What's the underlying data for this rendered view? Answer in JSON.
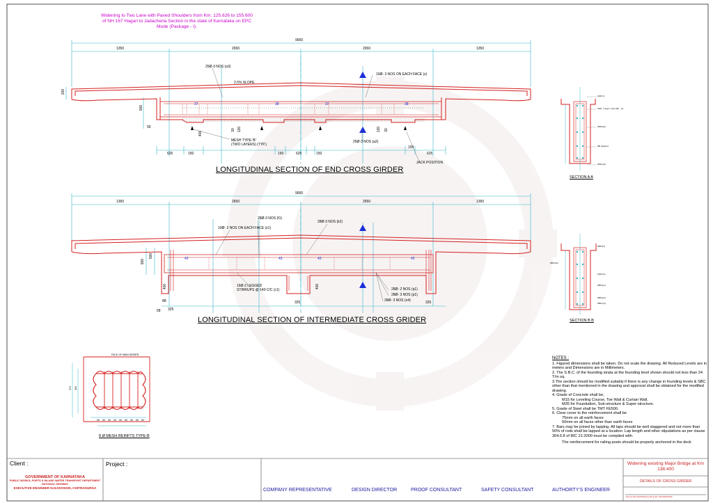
{
  "end_girder": {
    "total_dim": "9000",
    "sub_dims": [
      "1350",
      "2650",
      "2650",
      "1350"
    ],
    "left_depth": "200",
    "labels": {
      "a3": "25Ø-3 NOS (a3)",
      "z": "10Ø- 3 NOS ON EACH FACE (z)",
      "slope": "2.5% SLOPE",
      "mesh_1": "MESH TYPE-'B'",
      "mesh_2": "(TWO LAYERS) (TYP.)",
      "a2": "25Ø-3 NOS (a2)",
      "jack": "JACK POSITION"
    },
    "bar_marks": [
      "37",
      "38",
      "37",
      "38"
    ],
    "dims_small": [
      "900",
      "90",
      "400",
      "30",
      "120",
      "30",
      "120"
    ],
    "bottom_dims": [
      "625",
      "150",
      "150",
      "625",
      "150",
      "150",
      "625"
    ],
    "title": "LONGITUDINAL SECTION OF END CROSS GIRDER"
  },
  "intermediate_girder": {
    "total_dim": "9000",
    "sub_dims": [
      "1350",
      "2650",
      "2650",
      "1350"
    ],
    "labels": {
      "z1": "10Ø- 2 NOS ON EACH FACE (z1)",
      "f1": "28Ø-3 NOS (f1)",
      "k2": "28Ø-3 NOS (k2)",
      "stirrups_1": "16Ø-2 LEGGED",
      "stirrups_2": "STIRRUPS @ 140 C/C (c1)",
      "q1": "28Ø- 2 NOS (q1)",
      "p1": "28Ø- 3 NOS (p1)",
      "n4": "28Ø- 3 NOS (n4)"
    },
    "bar_marks": [
      "42",
      "43",
      "43",
      "42"
    ],
    "dims_small": [
      "900",
      "500",
      "400",
      "400",
      "88",
      "58"
    ],
    "bottom_dims": [
      "325",
      "325",
      "325"
    ],
    "title": "LONGITUDINAL SECTION OF INTERMEDIATE CROSS GRIDER"
  },
  "section_a": {
    "label": "SECTION A A",
    "notes": [
      "10Ø (z)",
      "10Ø - 2 legs / more 2Ø... (z)",
      "25Ø (a2)",
      "8Ø (spacer)",
      "25Ø (a3)"
    ]
  },
  "section_b": {
    "label": "SECTION B B",
    "notes": [
      "28Ø (f1)",
      "28Ø (k2)",
      "16Ø (c1)",
      "28Ø (p1)",
      "28Ø (q1)",
      "28Ø (n4)"
    ]
  },
  "mesh": {
    "face_label": "FACE OF MAIN GIRDER",
    "title": "8 Ø MESH REINFTS TYPE-B",
    "dims_bottom": [
      "50",
      "90",
      "90",
      "90",
      "90",
      "90",
      "90",
      "90",
      "50"
    ],
    "dims_left": [
      "370",
      "300"
    ]
  },
  "notes": {
    "heading": "NOTES :",
    "items": [
      "1. Figured dimensions shall be taken. Do not scale the drawing. All Reduced Levels are in  meters and Dimensions are in Millimeters.",
      "2. The S.B.C. of the founding strata at the founding level shown should not less than 24 T/m sq.",
      "3.The section should be modified suitably if there is any change in founding levels & SBC other than that mentioned in the drawing and approval shall be obtained for the modified drawing.",
      "4. Grade of Concrete shall be,",
      "M15 for Leveling Course, Toe Wall & Curtain Wall.",
      "M35 for Foundation, Sub-structure & Super-structure.",
      "5. Grade of Steel shall be TMT FE500.",
      "6. Clear cover to the reinforcement shall be",
      "75mm on all earth faces",
      "50mm on all faces other than earth faces",
      "7. Bars may be joined by lapping. All laps should be well staggered and not more than 50% of rods shall be lapped at a location. Lap length and other stipulations as per clause 304.6.8 of IRC 21:2000 must be complied with.",
      "The reinforcement for railing posts should be properly anchored in the deck"
    ]
  },
  "title_block": {
    "client_heading": "Client :",
    "client_lines": [
      "GOVERNMENT OF KARNATAKA",
      "PUBLIC WORKS, PORTS & INLAND WATER TRANSPORT DEPARTMENT",
      "NATIONAL HIGHWAY",
      "EXECUTIVE ENGINEER N.H.DIVISION, CHITRADURGA"
    ],
    "project_heading": "Project :",
    "project_text": "Widening to Two Lane with Paved Shoulders from Km. 125.626 to 155.600  of NH 167  Hagari to Jadacherla Section in the state of Karnataka on EPC Mode (Package - I).",
    "approvals": [
      "COMPANY REPRESENTATIVE",
      "DESIGN DIRECTOR",
      "PROOF CONSULTANT",
      "SAFETY CONSULTANT",
      "AUTHORTY'S ENGINEER"
    ],
    "work_title": "Widening existing Major Bridge at Km 138.400",
    "drawing_title": "DETAILS OF CROSS GIRDER",
    "drawing_no": "Drg.No.NH-167/Widening Br at km 138.400/03/R2"
  },
  "colors": {
    "outline": "#d41e1e",
    "dimension": "#2fb6c8",
    "marker": "#1a2fd8",
    "client_text": "#c81e1e",
    "project_text": "#c800c8",
    "approval_text": "#1a1a9e"
  }
}
